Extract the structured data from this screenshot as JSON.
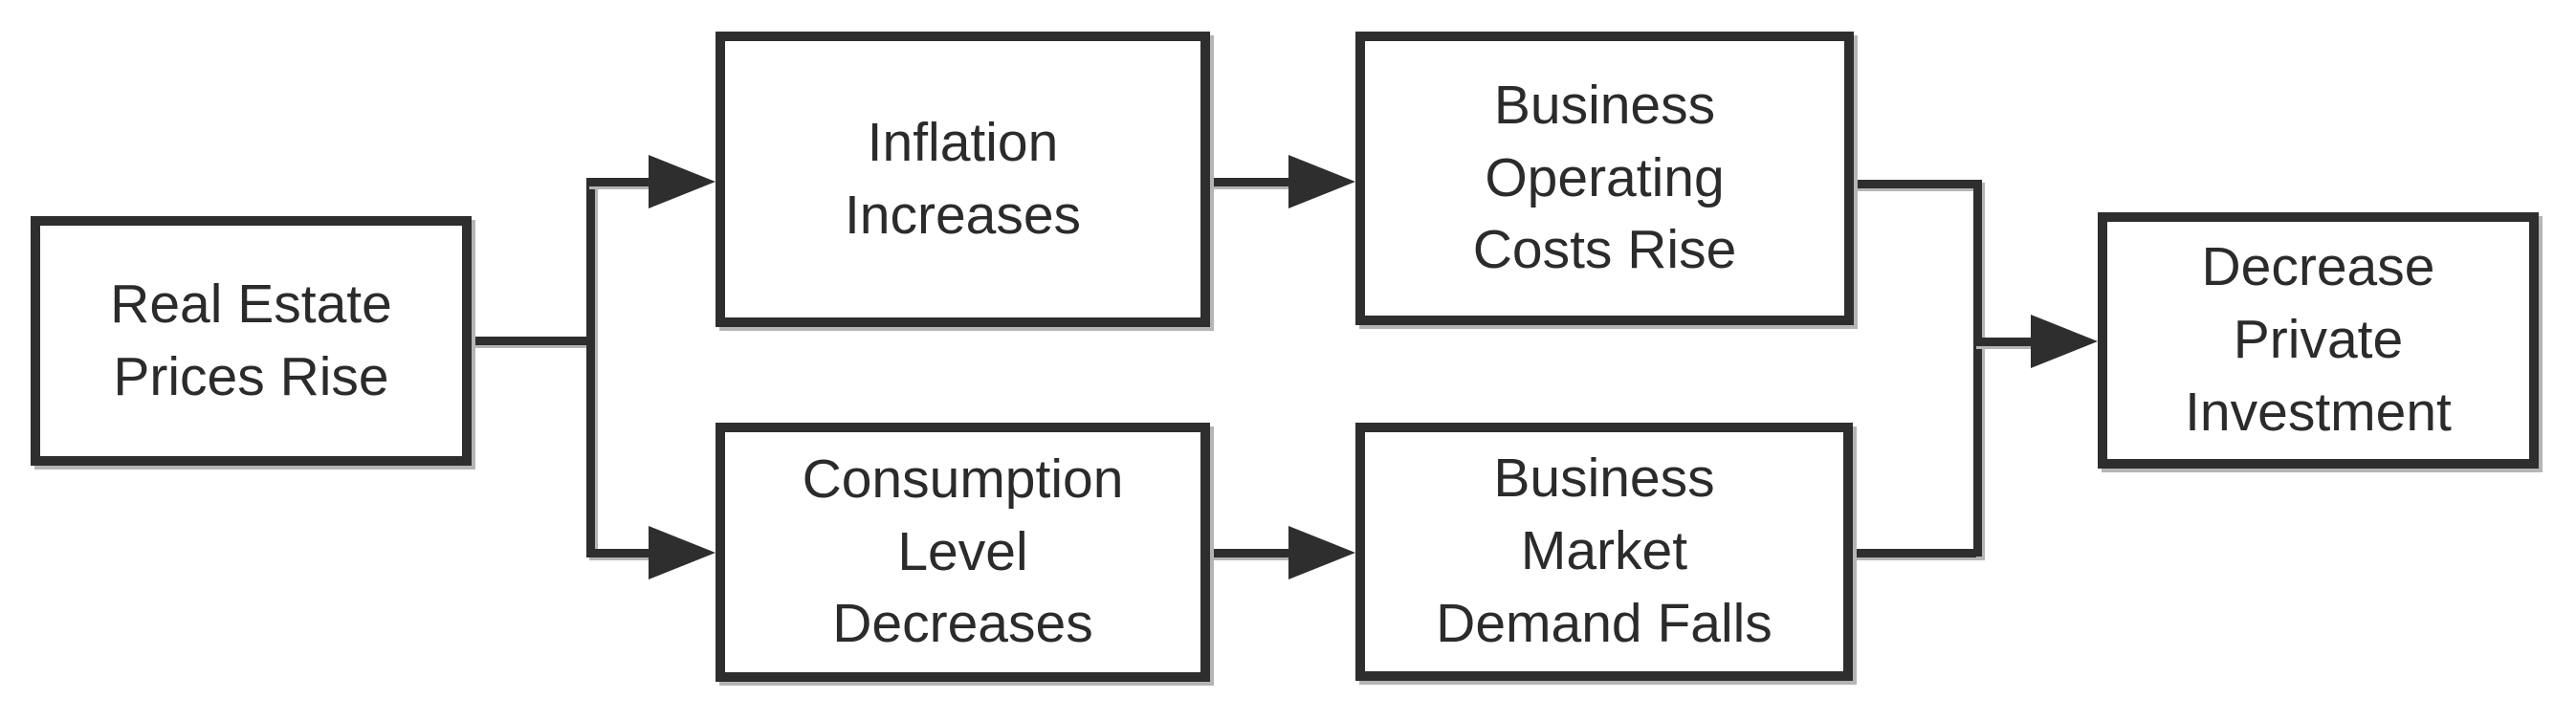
{
  "diagram": {
    "type": "flowchart",
    "colors": {
      "line": "#2e2e2e",
      "bg": "#ffffff",
      "text": "#2b2b2b",
      "shadow": "#b5b5b5"
    },
    "nodes": [
      {
        "id": "real-estate-prices-rise",
        "label": "Real Estate\nPrices Rise"
      },
      {
        "id": "inflation-increases",
        "label": "Inflation\nIncreases"
      },
      {
        "id": "business-operating-costs-rise",
        "label": "Business\nOperating\nCosts Rise"
      },
      {
        "id": "consumption-level-decreases",
        "label": "Consumption\nLevel\nDecreases"
      },
      {
        "id": "business-market-demand-falls",
        "label": "Business\nMarket\nDemand Falls"
      },
      {
        "id": "decrease-private-investment",
        "label": "Decrease\nPrivate\nInvestment"
      }
    ],
    "edges": [
      {
        "from": "real-estate-prices-rise",
        "to": "inflation-increases"
      },
      {
        "from": "real-estate-prices-rise",
        "to": "consumption-level-decreases"
      },
      {
        "from": "inflation-increases",
        "to": "business-operating-costs-rise"
      },
      {
        "from": "consumption-level-decreases",
        "to": "business-market-demand-falls"
      },
      {
        "from": "business-operating-costs-rise",
        "to": "decrease-private-investment"
      },
      {
        "from": "business-market-demand-falls",
        "to": "decrease-private-investment"
      }
    ]
  }
}
